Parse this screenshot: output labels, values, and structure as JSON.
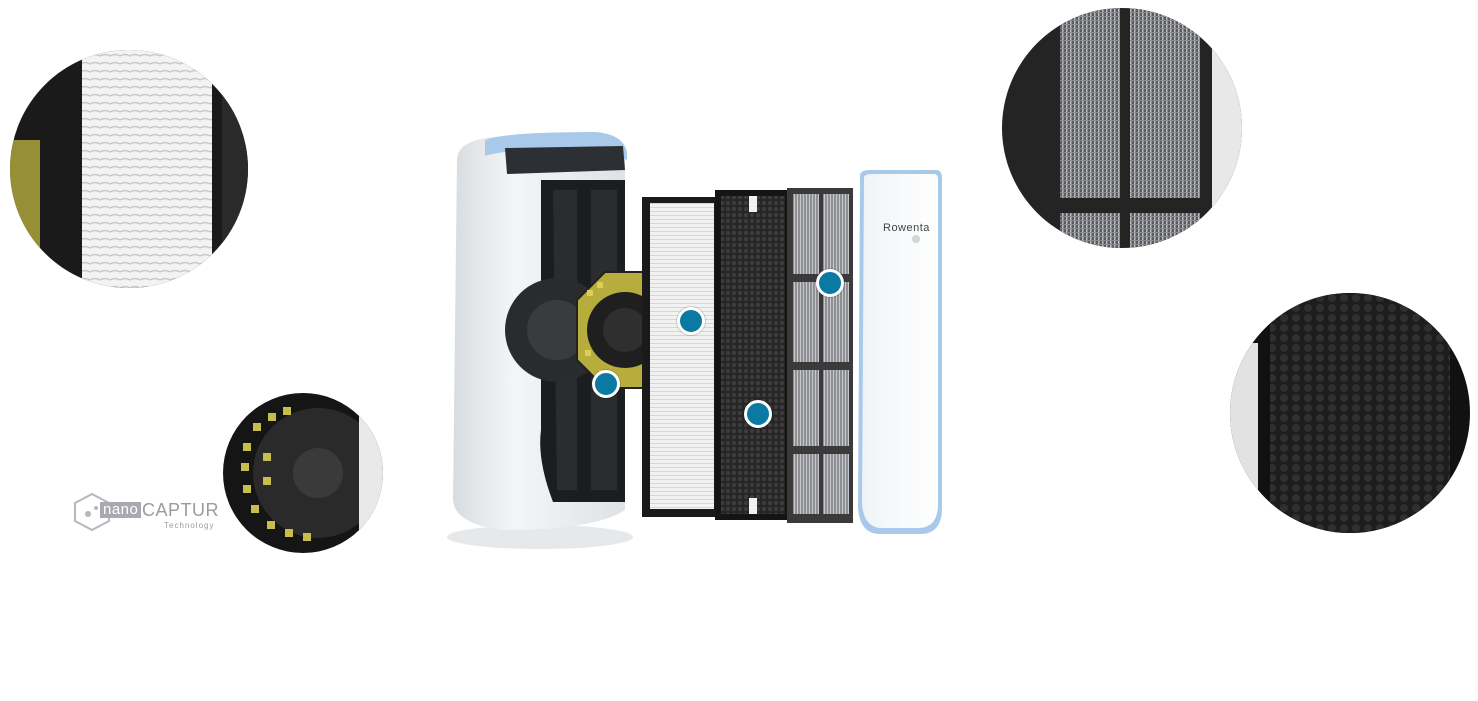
{
  "colors": {
    "hotspot": "#0a7aa3",
    "purifier_body": "#eef0f2",
    "blue_trim": "#a9c9ea",
    "hepa_filter": "#ececec",
    "carbon_filter": "#2b2b2b"
  },
  "logo": {
    "nano": "nano",
    "captur": "CAPTUR",
    "technology": "Technology"
  },
  "panel": {
    "brand": "Rowenta"
  },
  "hotspots": [
    {
      "name": "hepa-filter"
    },
    {
      "name": "nanocaptur-filter"
    },
    {
      "name": "pre-filter"
    },
    {
      "name": "carbon-filter"
    }
  ],
  "zooms": [
    {
      "name": "hepa-filter-zoom",
      "icon": "pleated-hepa-texture"
    },
    {
      "name": "nanocaptur-filter-zoom",
      "icon": "nanocaptur-cartridge-texture"
    },
    {
      "name": "pre-filter-zoom",
      "icon": "mesh-texture"
    },
    {
      "name": "carbon-filter-zoom",
      "icon": "honeycomb-carbon-texture"
    }
  ]
}
